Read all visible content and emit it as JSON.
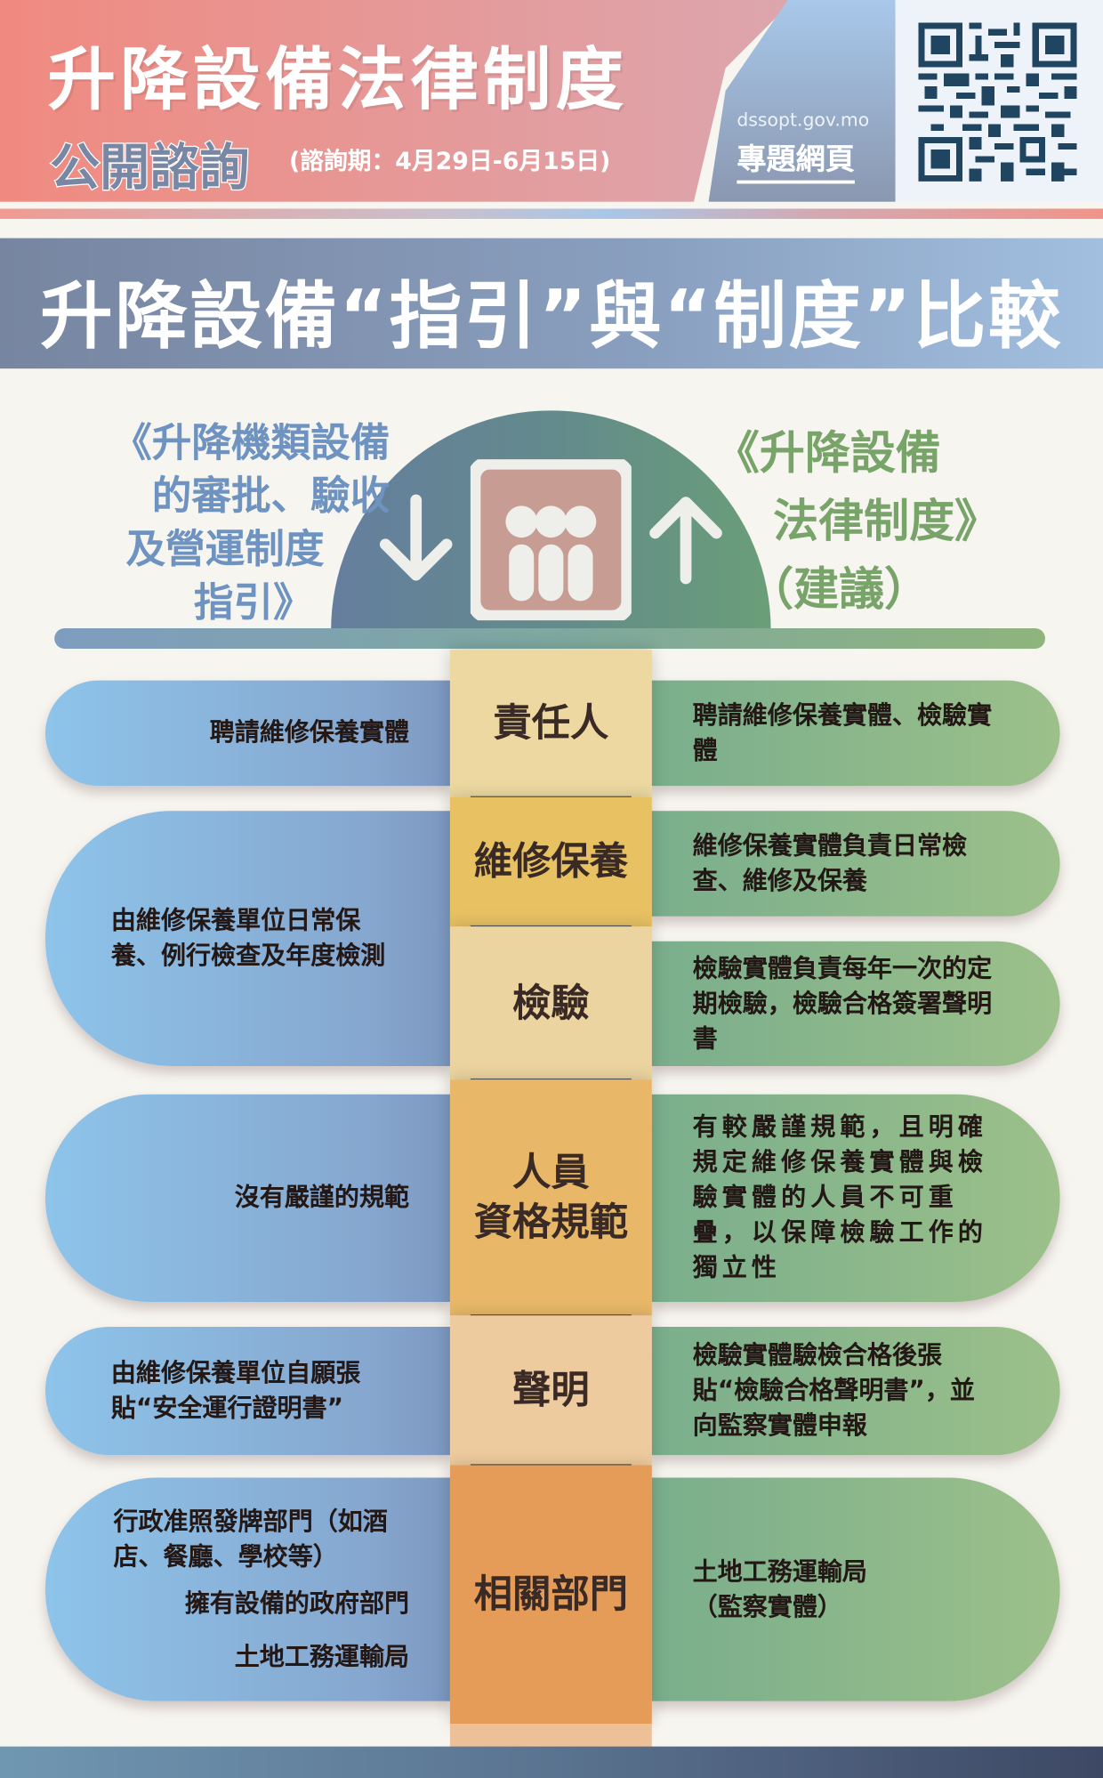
{
  "header": {
    "title": "升降設備法律制度",
    "consultation_label": "公開諮詢",
    "consultation_period": "(諮詢期：4月29日-6月15日)",
    "website_url": "dssopt.gov.mo",
    "website_label": "專題網頁"
  },
  "banner": {
    "title": "升降設備“指引”與“制度”比較"
  },
  "comparison": {
    "left_title": [
      "《升降機類設備",
      "的審批、驗收",
      "及營運制度",
      "指引》"
    ],
    "right_title": [
      "《升降設備",
      "法律制度》",
      "（建議）"
    ],
    "rows": [
      {
        "topic": "責任人",
        "left": "聘請維修保養實體",
        "right": "聘請維修保養實體、檢驗實體"
      },
      {
        "topic": "維修保養",
        "right": "維修保養實體負責日常檢查、維修及保養"
      },
      {
        "topic": "檢驗",
        "right": "檢驗實體負責每年一次的定期檢驗，檢驗合格簽署聲明書"
      },
      {
        "topic_lines": [
          "人員",
          "資格規範"
        ],
        "left": "沒有嚴謹的規範",
        "right": "有較嚴謹規範，且明確規定維修保養實體與檢驗實體的人員不可重疊，以保障檢驗工作的獨立性"
      },
      {
        "topic": "聲明",
        "left": "由維修保養單位自願張貼“安全運行證明書”",
        "right": "檢驗實體驗檢合格後張貼“檢驗合格聲明書”，並向監察實體申報"
      },
      {
        "topic": "相關部門",
        "left_lines": [
          "行政准照發牌部門（如酒店、餐廳、學校等）",
          "擁有設備的政府部門",
          "土地工務運輸局"
        ],
        "right": "土地工務運輸局（監察實體）"
      }
    ],
    "merged_left": "由維修保養單位日常保養、例行檢查及年度檢測"
  },
  "colors": {
    "left_accent": "#6f93c0",
    "right_accent": "#78a46a"
  }
}
